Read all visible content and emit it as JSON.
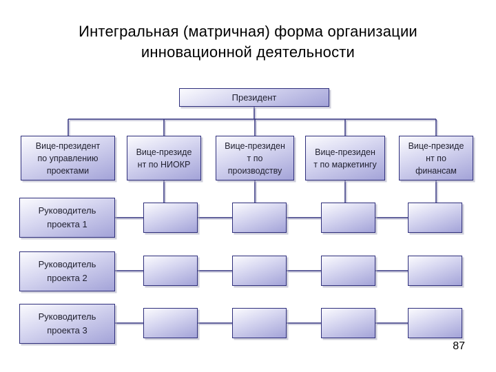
{
  "slide": {
    "title": "Интегральная (матричная) форма организации\nинновационной деятельности",
    "page_number": "87"
  },
  "diagram": {
    "president": {
      "label": "Президент"
    },
    "vice_presidents": [
      {
        "label": "Вице-президент\nпо управлению\nпроектами"
      },
      {
        "label": "Вице-президе\nнт по НИОКР"
      },
      {
        "label": "Вице-президен\nт по\nпроизводству"
      },
      {
        "label": "Вице-президен\nт по маркетингу"
      },
      {
        "label": "Вице-президе\nнт по\nфинансам"
      }
    ],
    "project_managers": [
      {
        "label": "Руководитель\nпроекта 1"
      },
      {
        "label": "Руководитель\nпроекта 2"
      },
      {
        "label": "Руководитель\nпроекта 3"
      }
    ],
    "matrix": {
      "rows": 3,
      "columns": 4
    }
  },
  "colors": {
    "box_border": "#2d2d7a",
    "box_fill_top": "#fbfbfe",
    "box_fill_bottom": "#a3a3d8",
    "connector_line": "#2e2e7c",
    "connector_shadow": "#c9c9da",
    "box_shadow": "#a8a8be",
    "text": "#1f1f2e",
    "title_text": "#000000",
    "background": "#ffffff"
  }
}
